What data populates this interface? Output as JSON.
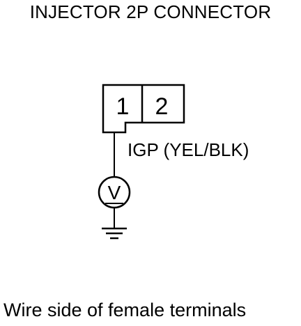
{
  "title": "INJECTOR 2P CONNECTOR",
  "connector": {
    "pins": [
      "1",
      "2"
    ]
  },
  "wire": {
    "label": "IGP (YEL/BLK)"
  },
  "meter": {
    "symbol": "V"
  },
  "caption": "Wire side of female terminals"
}
